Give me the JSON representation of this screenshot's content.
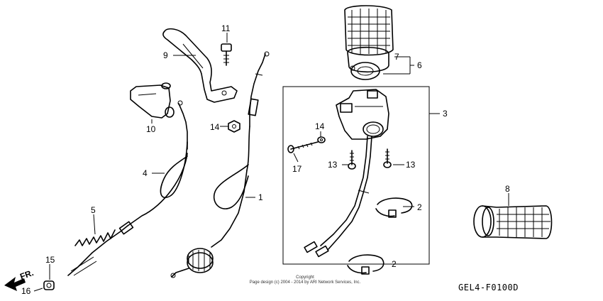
{
  "callouts": {
    "c1": "1",
    "c2a": "2",
    "c2b": "2",
    "c3": "3",
    "c4": "4",
    "c5": "5",
    "c6": "6",
    "c7": "7",
    "c8": "8",
    "c9": "9",
    "c10": "10",
    "c11": "11",
    "c13a": "13",
    "c13b": "13",
    "c14a": "14",
    "c14b": "14",
    "c15": "15",
    "c16": "16",
    "c17": "17"
  },
  "front_marker": "FR.",
  "copyright": {
    "line1": "Copyright",
    "line2": "Page design (c) 2004 - 2014 by ARI Network Services, Inc."
  },
  "diagram_code": "GEL4-F0100D"
}
